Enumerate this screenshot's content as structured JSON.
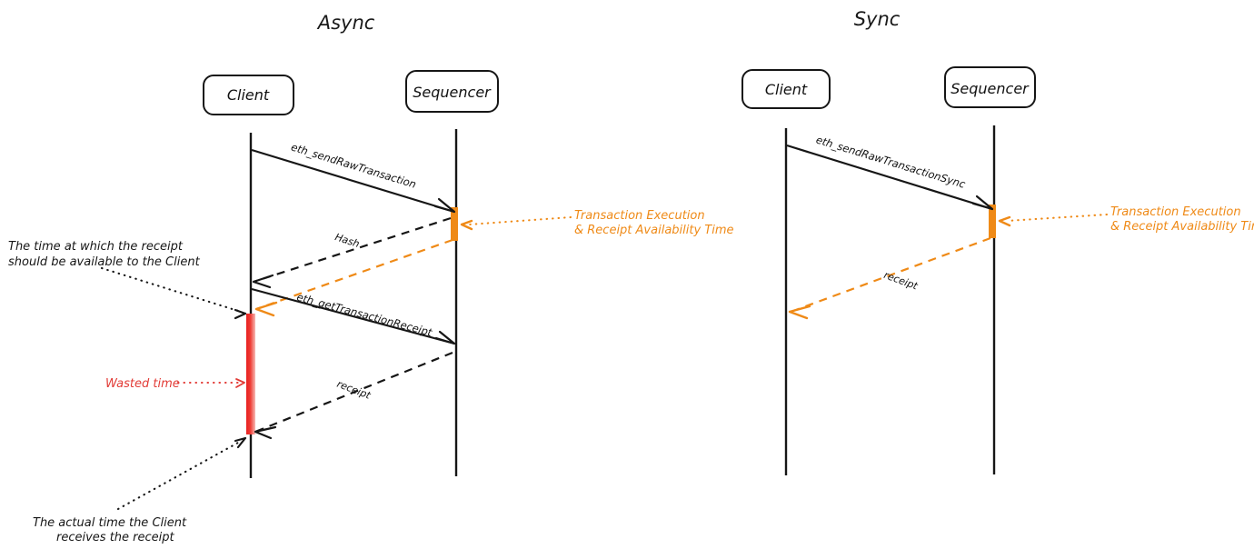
{
  "diagram": {
    "kind": "sequence-diagram",
    "background_color": "#ffffff",
    "colors": {
      "line": "#161616",
      "orange": "#ef8a17",
      "red": "#e23b36"
    },
    "panels": [
      {
        "id": "async",
        "title": "Async",
        "participants": [
          {
            "id": "client",
            "label": "Client"
          },
          {
            "id": "sequencer",
            "label": "Sequencer"
          }
        ],
        "messages": [
          {
            "id": "send-raw-tx",
            "label": "eth_sendRawTransaction",
            "from": "client",
            "to": "sequencer",
            "style": "solid"
          },
          {
            "id": "hash",
            "label": "Hash",
            "from": "sequencer",
            "to": "client",
            "style": "dashed"
          },
          {
            "id": "get-tx-receipt",
            "label": "eth_getTransactionReceipt",
            "from": "client",
            "to": "sequencer",
            "style": "solid"
          },
          {
            "id": "receipt",
            "label": "receipt",
            "from": "sequencer",
            "to": "client",
            "style": "dashed"
          }
        ],
        "annotations": [
          {
            "id": "exec-time",
            "text_line1": "Transaction Execution",
            "text_line2": "& Receipt Availability Time",
            "color": "#ef8a17"
          },
          {
            "id": "should-be-available",
            "text_line1": "The time at which the receipt",
            "text_line2": "should be available to the Client",
            "color": "#161616"
          },
          {
            "id": "wasted-time",
            "text_line1": "Wasted time",
            "text_line2": "",
            "color": "#e23b36"
          },
          {
            "id": "actual-time",
            "text_line1": "The actual time the Client",
            "text_line2": "receives the receipt",
            "color": "#161616"
          }
        ]
      },
      {
        "id": "sync",
        "title": "Sync",
        "participants": [
          {
            "id": "client",
            "label": "Client"
          },
          {
            "id": "sequencer",
            "label": "Sequencer"
          }
        ],
        "messages": [
          {
            "id": "send-raw-tx-sync",
            "label": "eth_sendRawTransactionSync",
            "from": "client",
            "to": "sequencer",
            "style": "solid"
          },
          {
            "id": "receipt",
            "label": "receipt",
            "from": "sequencer",
            "to": "client",
            "style": "dashed-orange"
          }
        ],
        "annotations": [
          {
            "id": "exec-time",
            "text_line1": "Transaction Execution",
            "text_line2": "& Receipt Availability Time",
            "color": "#ef8a17"
          }
        ]
      }
    ]
  }
}
